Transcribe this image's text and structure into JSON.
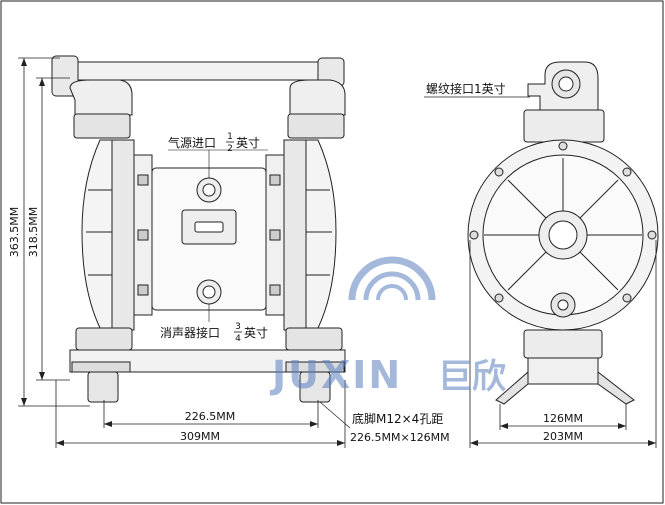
{
  "dimensions": {
    "total_height": "363.5MM",
    "body_height": "318.5MM",
    "mount_width": "226.5MM",
    "total_width": "309MM",
    "side_mount_width": "126MM",
    "side_total_width": "203MM"
  },
  "labels": {
    "air_inlet_prefix": "气源进口",
    "air_inlet_num": "1",
    "air_inlet_den": "2",
    "air_inlet_suffix": "英寸",
    "muffler_prefix": "消声器接口",
    "muffler_num": "3",
    "muffler_den": "4",
    "muffler_suffix": "英寸",
    "thread_port": "螺纹接口1英寸",
    "foot_line1": "底脚M12×4孔距",
    "foot_line2": "226.5MM×126MM"
  },
  "watermark": {
    "latin": "JUXIN",
    "cjk": "巨欣",
    "color": "#5a7fc0"
  }
}
